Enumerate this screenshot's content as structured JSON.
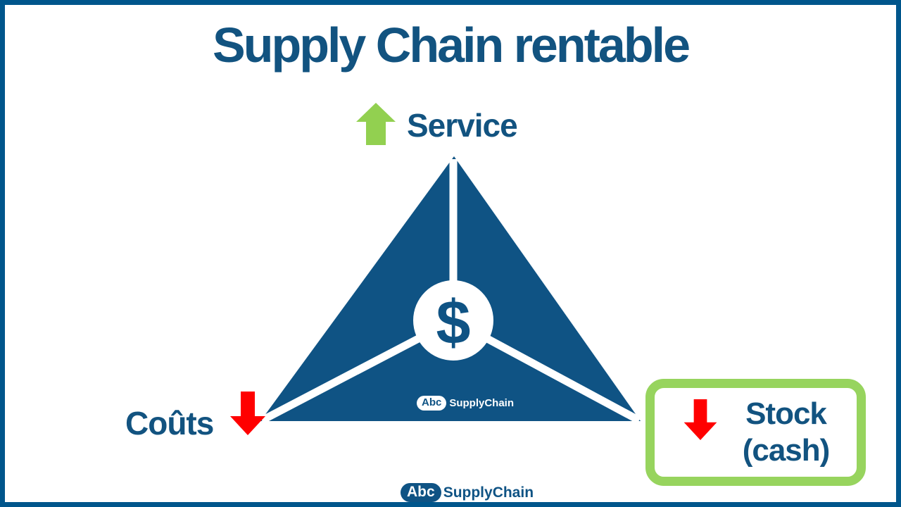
{
  "title": "Supply Chain rentable",
  "nodes": {
    "service": {
      "label": "Service",
      "direction": "up"
    },
    "costs": {
      "label": "Coûts",
      "direction": "down"
    },
    "stock": {
      "label_line1": "Stock",
      "label_line2": "(cash)",
      "direction": "down"
    }
  },
  "center": {
    "symbol": "$"
  },
  "watermark": {
    "abc": "Abc",
    "name": "SupplyChain"
  },
  "footer": {
    "abc": "Abc",
    "name": "SupplyChain"
  },
  "colors": {
    "brand_blue": "#0F5384",
    "frame_blue": "#00568C",
    "text_blue": "#125380",
    "green": "#92D050",
    "box_green": "#97D45E",
    "red": "#FF0000"
  }
}
